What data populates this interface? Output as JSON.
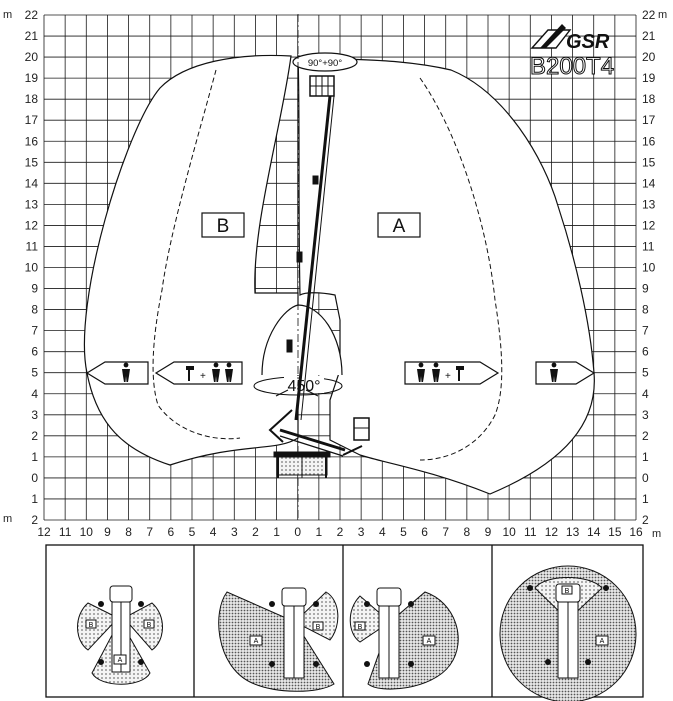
{
  "brand": {
    "logo_text": "GSR",
    "model": "B200T4"
  },
  "axes": {
    "unit": "m",
    "y_ticks": [
      "22",
      "21",
      "20",
      "19",
      "18",
      "17",
      "16",
      "15",
      "14",
      "13",
      "12",
      "11",
      "10",
      "9",
      "8",
      "7",
      "6",
      "5",
      "4",
      "3",
      "2",
      "1",
      "0",
      "1",
      "2"
    ],
    "x_ticks": [
      "12",
      "11",
      "10",
      "9",
      "8",
      "7",
      "6",
      "5",
      "4",
      "3",
      "2",
      "1",
      "0",
      "1",
      "2",
      "3",
      "4",
      "5",
      "6",
      "7",
      "8",
      "9",
      "10",
      "11",
      "12",
      "13",
      "14",
      "15",
      "16"
    ]
  },
  "zones": {
    "a": "A",
    "b": "B"
  },
  "rotation": {
    "platform": "90°+90°",
    "turret": "450°"
  },
  "palette": {
    "grid": "#1a1a1a",
    "bg": "#ffffff",
    "dot": "#777777"
  },
  "icons": [
    "person-icon",
    "tools-and-two-people-icon",
    "two-people-and-tools-icon",
    "person-icon"
  ],
  "thumbnails": [
    {
      "zone_a": "A",
      "zone_b_left": "B",
      "zone_b_right": "B"
    },
    {
      "zone_a": "A",
      "zone_b": "B"
    },
    {
      "zone_a": "A",
      "zone_b": "B"
    },
    {
      "zone_a": "A",
      "zone_b": "B"
    }
  ]
}
